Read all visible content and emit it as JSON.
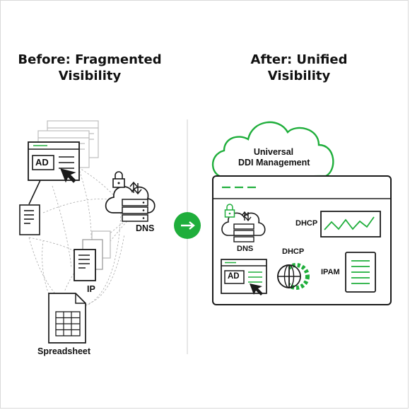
{
  "before": {
    "title_line1": "Before: Fragmented",
    "title_line2": "Visibility",
    "labels": {
      "ad": "AD",
      "dns": "DNS",
      "ip": "IP",
      "spreadsheet": "Spreadsheet"
    }
  },
  "after": {
    "title_line1": "After: Unified",
    "title_line2": "Visibility",
    "cloud_line1": "Universal",
    "cloud_line2": "DDI Management",
    "labels": {
      "dns": "DNS",
      "dhcp_top": "DHCP",
      "dhcp_bottom": "DHCP",
      "ad": "AD",
      "ipam": "IPAM"
    }
  },
  "colors": {
    "accent": "#1fae3b",
    "ink": "#1a1a1a",
    "faded": "#b5b5b5",
    "divider": "#cfcfcf"
  },
  "icons": [
    "browser-window-icon",
    "document-icon",
    "cloud-lock-server-icon",
    "spreadsheet-icon",
    "arrow-right-circle-icon",
    "cloud-icon",
    "line-chart-icon",
    "globe-gear-icon",
    "cursor-arrow-icon"
  ]
}
